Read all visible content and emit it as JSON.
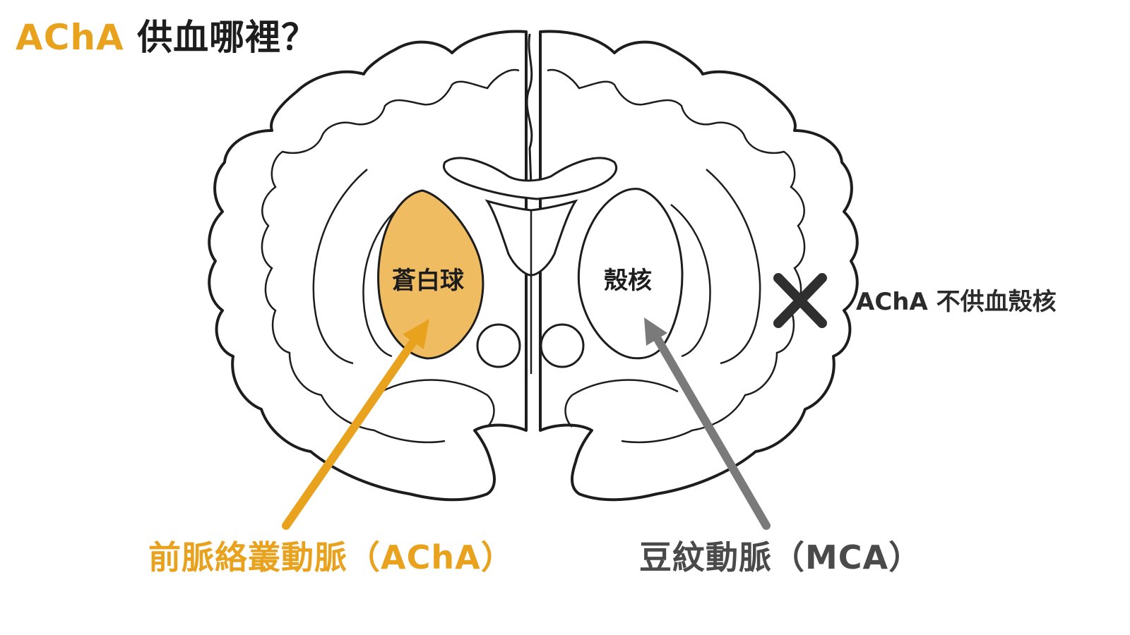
{
  "title": {
    "highlight": "AChA",
    "text": " 供血哪裡？"
  },
  "labels": {
    "globus_pallidus": "蒼白球",
    "putamen": "殼核"
  },
  "note": {
    "icon": "x-mark-icon",
    "text": "AChA 不供血殼核"
  },
  "arteries": {
    "acha": "前脈絡叢動脈（AChA）",
    "mca": "豆紋動脈（MCA）"
  },
  "colors": {
    "acha": "#e8a21e",
    "globus_pallidus_fill": "#f0bc62",
    "mca": "#7a7a7a",
    "outline": "#1d1d1d",
    "x_mark": "#2f2f2f"
  }
}
